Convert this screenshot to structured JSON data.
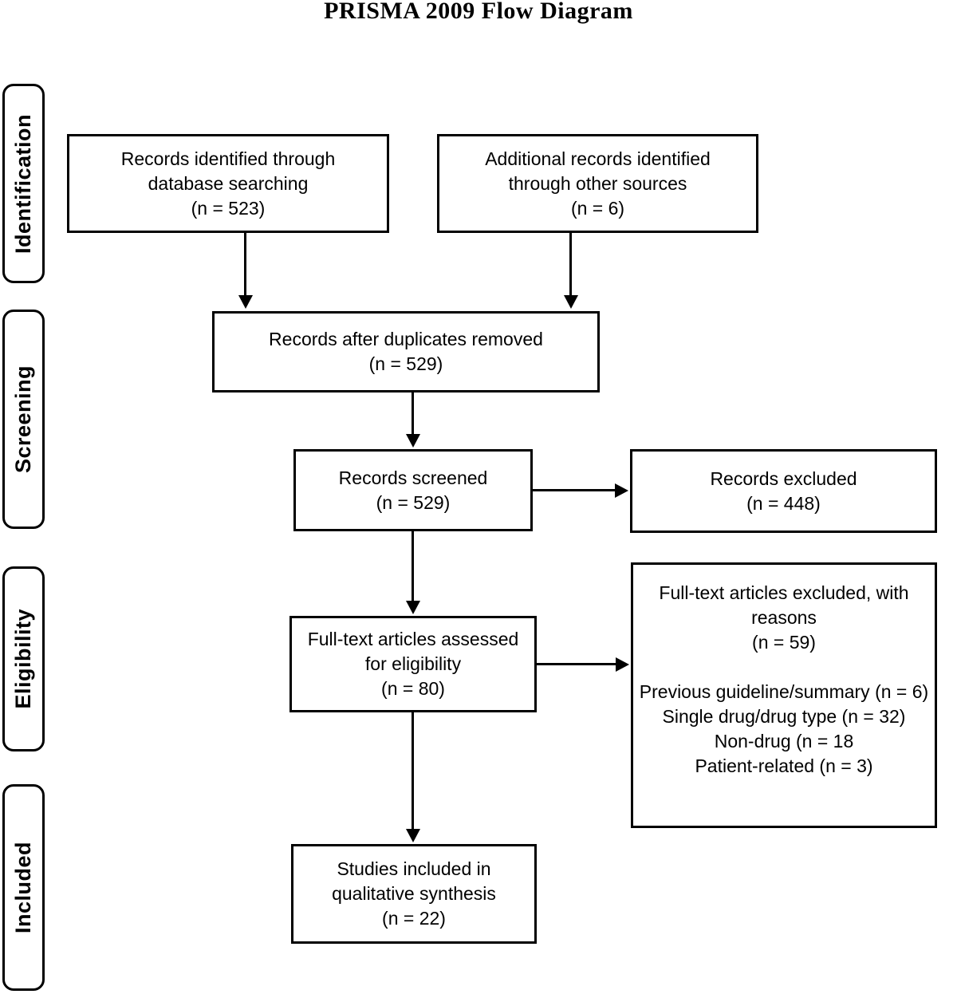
{
  "title": "PRISMA 2009 Flow Diagram",
  "stages": [
    {
      "label": "Identification"
    },
    {
      "label": "Screening"
    },
    {
      "label": "Eligibility"
    },
    {
      "label": "Included"
    }
  ],
  "boxes": {
    "records_identified": {
      "text": "Records identified through\ndatabase searching\n(n = 523)"
    },
    "additional_records": {
      "text": "Additional records identified\nthrough other sources\n(n = 6)"
    },
    "duplicates_removed": {
      "text": "Records after duplicates removed\n(n = 529)"
    },
    "records_screened": {
      "text": "Records screened\n(n = 529)"
    },
    "records_excluded": {
      "text": "Records excluded\n(n = 448)"
    },
    "fulltext_assessed": {
      "text": "Full-text articles assessed\nfor eligibility\n(n = 80)"
    },
    "fulltext_excluded": {
      "text": "Full-text articles excluded, with\nreasons\n(n = 59)\n\nPrevious guideline/summary (n = 6)\nSingle drug/drug type (n = 32)\nNon-drug (n = 18\nPatient-related (n = 3)"
    },
    "studies_included": {
      "text": "Studies included in\nqualitative synthesis\n(n = 22)"
    }
  },
  "colors": {
    "line": "#000000",
    "background": "#ffffff",
    "text": "#000000"
  }
}
